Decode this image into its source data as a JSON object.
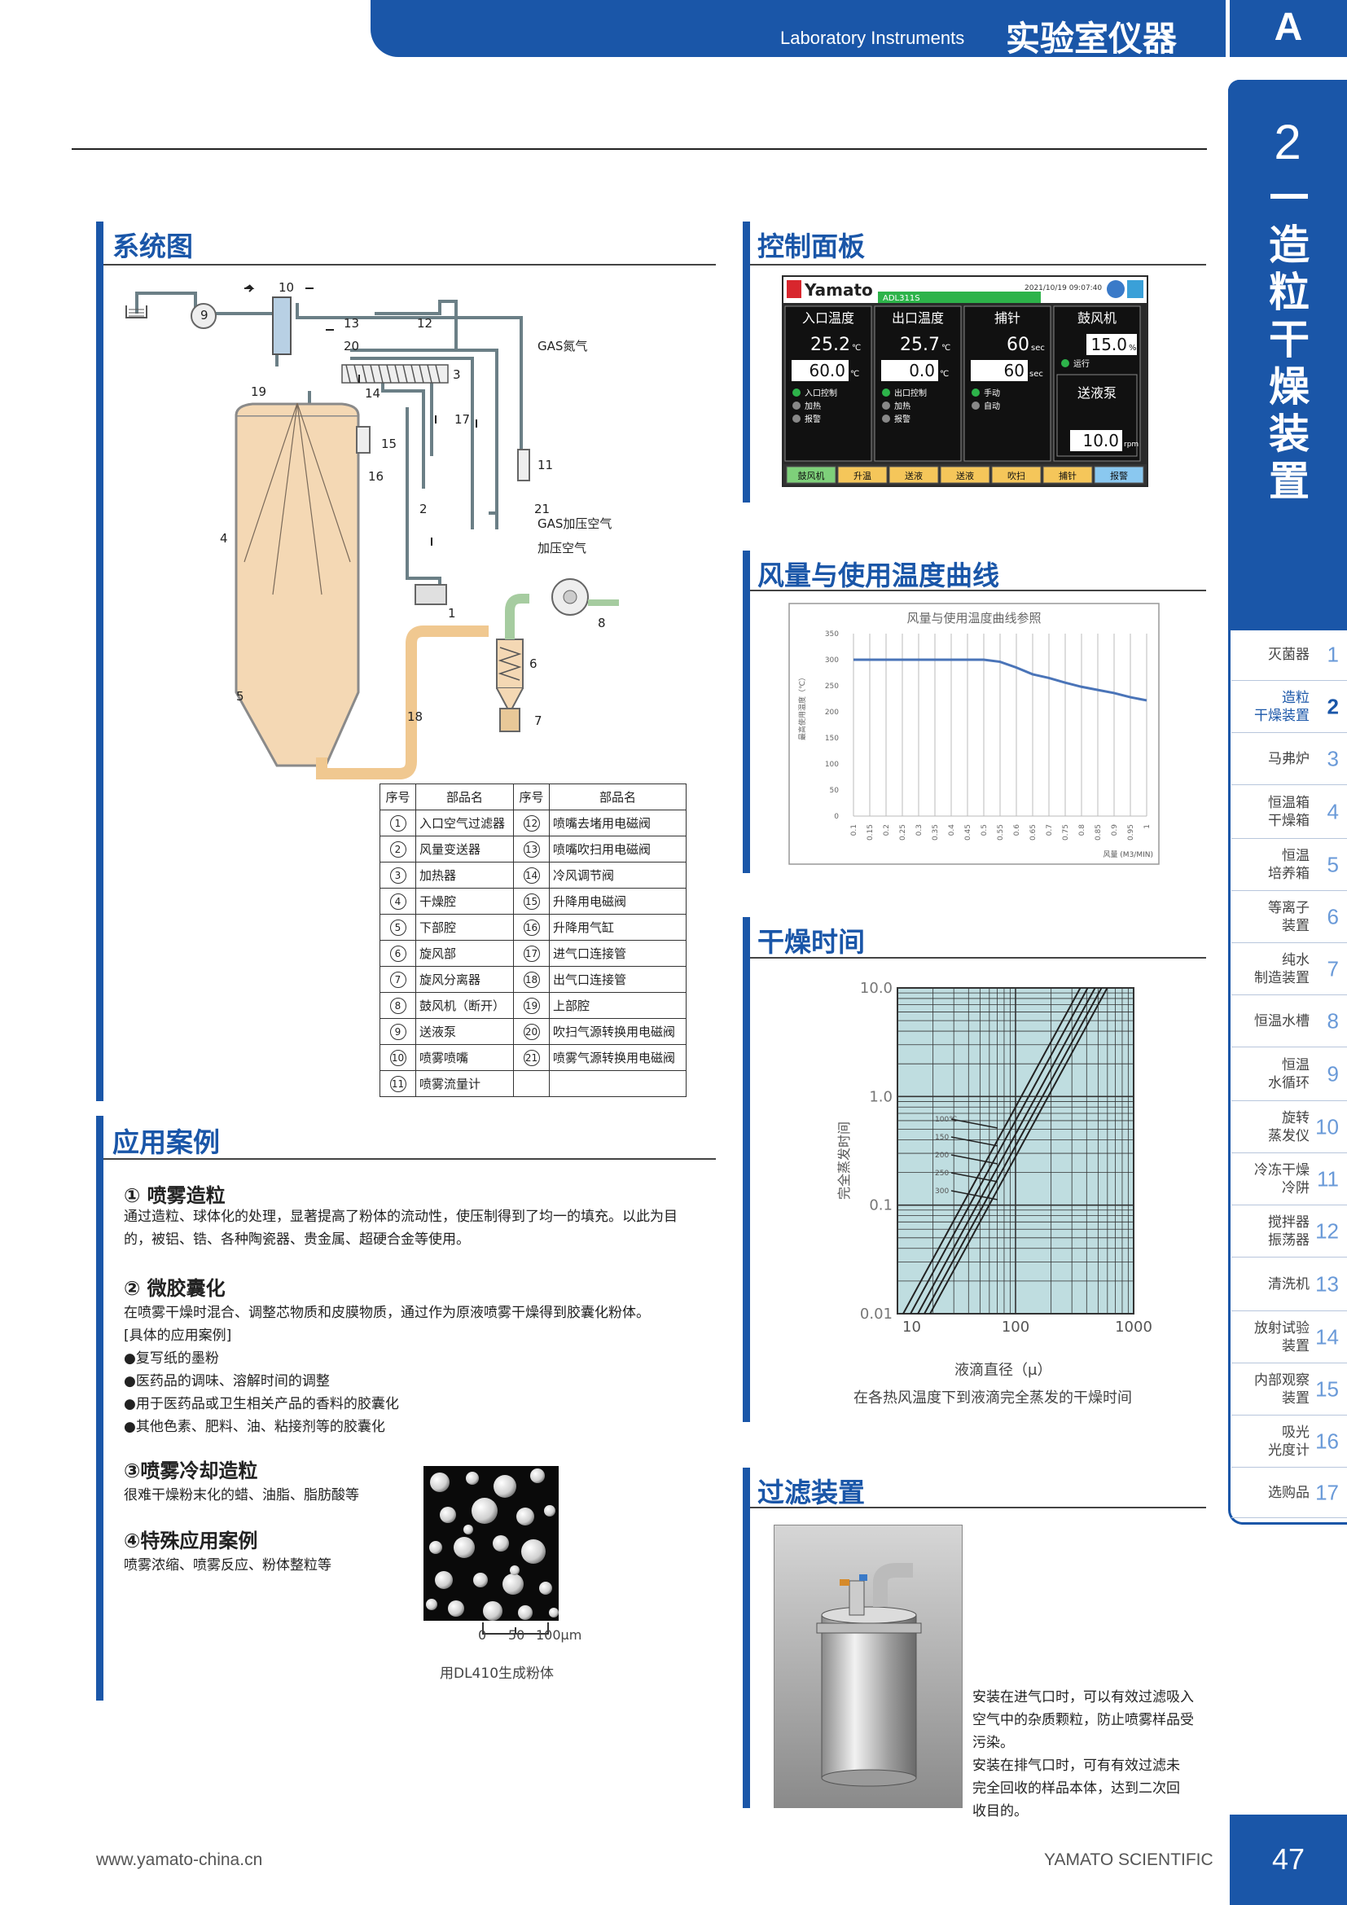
{
  "header": {
    "english": "Laboratory Instruments",
    "chinese": "实验室仪器",
    "letter": "A"
  },
  "side": {
    "chapter_number": "2",
    "chapter_title": "造粒干燥装置",
    "nav": [
      {
        "label": "灭菌器",
        "num": "1"
      },
      {
        "label": "造粒\n干燥装置",
        "num": "2",
        "active": true
      },
      {
        "label": "马弗炉",
        "num": "3"
      },
      {
        "label": "恒温箱\n干燥箱",
        "num": "4"
      },
      {
        "label": "恒温\n培养箱",
        "num": "5"
      },
      {
        "label": "等离子\n装置",
        "num": "6"
      },
      {
        "label": "纯水\n制造装置",
        "num": "7"
      },
      {
        "label": "恒温水槽",
        "num": "8"
      },
      {
        "label": "恒温\n水循环",
        "num": "9"
      },
      {
        "label": "旋转\n蒸发仪",
        "num": "10"
      },
      {
        "label": "冷冻干燥\n冷阱",
        "num": "11"
      },
      {
        "label": "搅拌器\n振荡器",
        "num": "12"
      },
      {
        "label": "清洗机",
        "num": "13"
      },
      {
        "label": "放射试验\n装置",
        "num": "14"
      },
      {
        "label": "内部观察\n装置",
        "num": "15"
      },
      {
        "label": "吸光\n光度计",
        "num": "16"
      },
      {
        "label": "选购品",
        "num": "17"
      }
    ]
  },
  "sections": {
    "system": "系统图",
    "control": "控制面板",
    "airflow": "风量与使用温度曲线",
    "drying": "干燥时间",
    "filter": "过滤装置",
    "applications": "应用案例"
  },
  "diagram": {
    "gas_n2": "GAS氮气",
    "gas_pressure_air": "GAS加压空气",
    "pressure_air": "加压空气",
    "numbers": [
      "1",
      "2",
      "3",
      "4",
      "5",
      "6",
      "7",
      "8",
      "9",
      "10",
      "11",
      "12",
      "13",
      "14",
      "15",
      "16",
      "17",
      "18",
      "19",
      "20",
      "21"
    ]
  },
  "parts_table": {
    "headers": [
      "序号",
      "部品名",
      "序号",
      "部品名"
    ],
    "rows": [
      [
        "1",
        "入口空气过滤器",
        "12",
        "喷嘴去堵用电磁阀"
      ],
      [
        "2",
        "风量变送器",
        "13",
        "喷嘴吹扫用电磁阀"
      ],
      [
        "3",
        "加热器",
        "14",
        "冷风调节阀"
      ],
      [
        "4",
        "干燥腔",
        "15",
        "升降用电磁阀"
      ],
      [
        "5",
        "下部腔",
        "16",
        "升降用气缸"
      ],
      [
        "6",
        "旋风部",
        "17",
        "进气口连接管"
      ],
      [
        "7",
        "旋风分离器",
        "18",
        "出气口连接管"
      ],
      [
        "8",
        "鼓风机（断开）",
        "19",
        "上部腔"
      ],
      [
        "9",
        "送液泵",
        "20",
        "吹扫气源转换用电磁阀"
      ],
      [
        "10",
        "喷雾喷嘴",
        "21",
        "喷雾气源转换用电磁阀"
      ],
      [
        "11",
        "喷雾流量计",
        "",
        ""
      ]
    ]
  },
  "control_panel": {
    "brand": "Yamato",
    "datetime": "2021/10/19 09:07:40",
    "model_bar": "ADL311S",
    "panels": [
      {
        "title": "入口温度",
        "pv": "25.2",
        "pv_unit": "℃",
        "sp": "60.0",
        "sp_unit": "℃",
        "opts": [
          "入口控制",
          "加热",
          "报警"
        ]
      },
      {
        "title": "出口温度",
        "pv": "25.7",
        "pv_unit": "℃",
        "sp": "0.0",
        "sp_unit": "℃",
        "opts": [
          "出口控制",
          "加热",
          "报警"
        ]
      },
      {
        "title": "捕针",
        "pv": "60",
        "pv_unit": "sec",
        "sp": "60",
        "sp_unit": "sec",
        "opts": [
          "手动",
          "自动"
        ]
      },
      {
        "title": "鼓风机",
        "pv": "15.0",
        "pv_unit": "%",
        "sub_title": "送液泵",
        "sp": "10.0",
        "sp_unit": "rpm",
        "opts": [
          "运行"
        ]
      }
    ],
    "buttons": [
      "鼓风机",
      "升温",
      "送液",
      "送液",
      "吹扫",
      "捕针",
      "报警"
    ]
  },
  "airflow_chart": {
    "chart_data": {
      "type": "line",
      "title": "风量与使用温度曲线参照",
      "ylabel": "最高使用温度（℃）",
      "xlabel": "风量 (M3/MIN)",
      "ylim": [
        0,
        350
      ],
      "yticks": [
        0,
        50,
        100,
        150,
        200,
        250,
        300,
        350
      ],
      "x": [
        "0.1",
        "0.15",
        "0.2",
        "0.25",
        "0.3",
        "0.35",
        "0.4",
        "0.45",
        "0.5",
        "0.55",
        "0.6",
        "0.65",
        "0.7",
        "0.75",
        "0.8",
        "0.85",
        "0.9",
        "0.95",
        "1"
      ],
      "series": [
        {
          "values": [
            300,
            300,
            300,
            300,
            300,
            300,
            300,
            300,
            300,
            296,
            285,
            272,
            265,
            256,
            248,
            242,
            236,
            228,
            222
          ]
        }
      ],
      "grid": "vertical"
    }
  },
  "drying_chart": {
    "chart_data": {
      "type": "line",
      "xlabel": "液滴直径（μ）",
      "ylabel": "完全蒸发时间",
      "caption": "在各热风温度下到液滴完全蒸发的干燥时间",
      "x_scale": "log",
      "y_scale": "log",
      "xlim": [
        10,
        1000
      ],
      "ylim": [
        0.01,
        10.0
      ],
      "xticks": [
        "10",
        "100",
        "1000"
      ],
      "yticks": [
        "0.01",
        "0.1",
        "1.0",
        "10.0"
      ],
      "series": [
        {
          "name": "100℃",
          "x": [
            10,
            1000
          ],
          "y": [
            0.008,
            80
          ]
        },
        {
          "name": "150",
          "x": [
            10,
            1000
          ],
          "y": [
            0.006,
            60
          ]
        },
        {
          "name": "200",
          "x": [
            10,
            1000
          ],
          "y": [
            0.0045,
            45
          ]
        },
        {
          "name": "250",
          "x": [
            10,
            1000
          ],
          "y": [
            0.0035,
            35
          ]
        },
        {
          "name": "300",
          "x": [
            10,
            1000
          ],
          "y": [
            0.0028,
            28
          ]
        }
      ]
    }
  },
  "applications": {
    "case1_title": "① 喷雾造粒",
    "case1_text1": "通过造粒、球体化的处理，显著提高了粉体的流动性，使压制得到了均一的填充。以此为目",
    "case1_text2": "的，被铝、锆、各种陶瓷器、贵金属、超硬合金等使用。",
    "case2_title": "② 微胶囊化",
    "case2_lines": [
      "在喷雾干燥时混合、调整芯物质和皮膜物质，通过作为原液喷雾干燥得到胶囊化粉体。",
      "[具体的应用案例]",
      "●复写纸的墨粉",
      "●医药品的调味、溶解时间的调整",
      "●用于医药品或卫生相关产品的香料的胶囊化",
      "●其他色素、肥料、油、粘接剂等的胶囊化"
    ],
    "case3_title": "③喷雾冷却造粒",
    "case3_text": "很难干燥粉末化的蜡、油脂、脂肪酸等",
    "case4_title": "④特殊应用案例",
    "case4_text": "喷雾浓缩、喷雾反应、粉体整粒等",
    "scale_labels": [
      "0",
      "50",
      "100μm"
    ],
    "photo_caption": "用DL410生成粉体"
  },
  "filter": {
    "text": [
      "安装在进气口时，可以有效过滤吸入",
      "空气中的杂质颗粒，防止喷雾样品受",
      "污染。",
      "安装在排气口时，可有有效过滤未",
      "完全回收的样品本体，达到二次回",
      "收目的。"
    ]
  },
  "footer": {
    "url": "www.yamato-china.cn",
    "brand": "YAMATO SCIENTIFIC",
    "page": "47"
  },
  "colors": {
    "brand_blue": "#1a56a8",
    "chamber_fill": "#f4d8b4",
    "chart_teal": "#bfdde0",
    "airflow_line": "#4a74b8"
  }
}
